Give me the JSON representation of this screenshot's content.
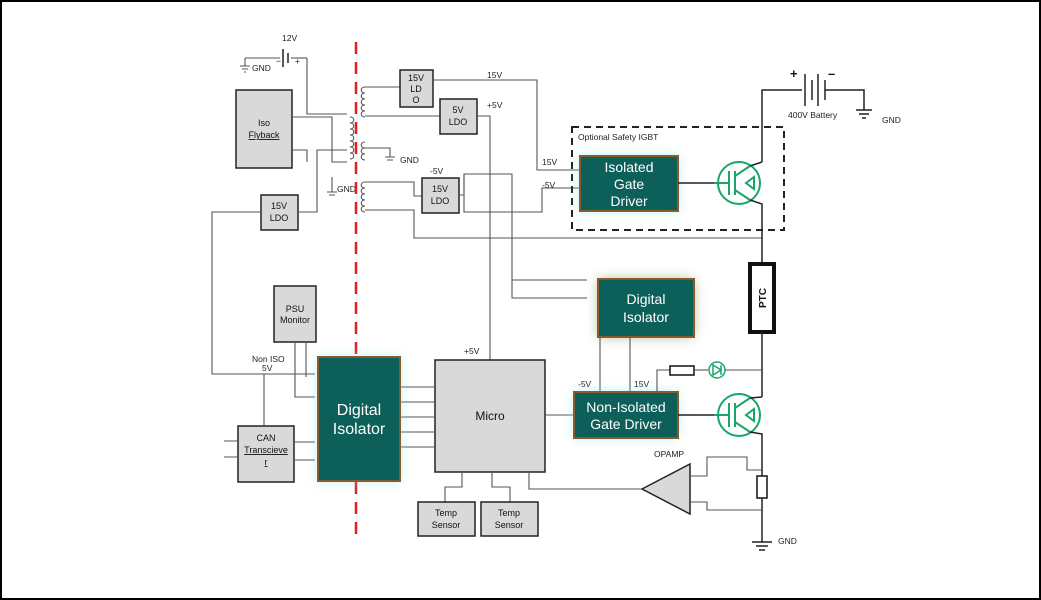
{
  "colors": {
    "teal_block": "#0d5f5a",
    "block_border": "#8a5a2b",
    "glow": "#7fe3e8",
    "grey_block": "#d9d9d9",
    "isolation_line": "#e02020",
    "igbt_green": "#1aa66a"
  },
  "labels": {
    "v12": "12V",
    "gnd": "GND",
    "plus": "+",
    "minus": "−",
    "v15": "15V",
    "v5": "+5V",
    "vneg5": "-5V",
    "non_iso": "Non ISO",
    "non_iso_5v": "5V",
    "battery_plus": "+",
    "battery_minus": "–",
    "battery_label": "400V Battery",
    "optional_safety": "Optional Safety IGBT",
    "opamp": "OPAMP",
    "ptc": "PTC",
    "v5_micro": "+5V",
    "v15_top": "15V",
    "v5_top": "+5V",
    "v15_iso": "15V",
    "vneg5_iso": "-5V",
    "vneg5_ldo": "-5V",
    "vneg5_nig": "-5V",
    "v15_nig": "15V"
  },
  "blocks": {
    "iso_flyback": [
      "Iso",
      "Flyback"
    ],
    "ldo15_left": [
      "15V",
      "LDO"
    ],
    "ldo15_top": [
      "15V",
      "LD",
      "O"
    ],
    "ldo5": [
      "5V",
      "LDO"
    ],
    "ldo15_neg": [
      "15V",
      "LDO"
    ],
    "psu_monitor": [
      "PSU",
      "Monitor"
    ],
    "can": [
      "CAN",
      "Transciеve",
      "r"
    ],
    "digital_isolator_left": [
      "Digital",
      "Isolator"
    ],
    "micro": "Micro",
    "temp1": [
      "Temp",
      "Sensor"
    ],
    "temp2": [
      "Temp",
      "Sensor"
    ],
    "isolated_gate_driver": [
      "Isolated",
      "Gate",
      "Driver"
    ],
    "digital_isolator_right": [
      "Digital",
      "Isolator"
    ],
    "non_isolated_gate_driver": [
      "Non-Isolated",
      "Gate Driver"
    ]
  }
}
